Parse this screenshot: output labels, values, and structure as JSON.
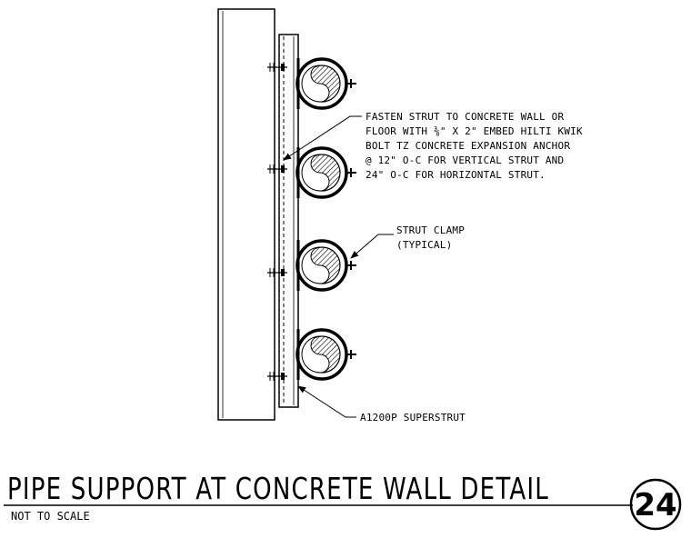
{
  "notes": {
    "fasten": [
      "FASTEN STRUT TO CONCRETE WALL OR",
      "FLOOR WITH ⅜\" X 2\" EMBED HILTI KWIK",
      "BOLT TZ CONCRETE EXPANSION ANCHOR",
      "@ 12\" O-C FOR VERTICAL STRUT AND",
      "24\" O-C FOR HORIZONTAL STRUT."
    ],
    "clamp": [
      "STRUT CLAMP",
      "(TYPICAL)"
    ],
    "strut": "A1200P SUPERSTRUT"
  },
  "title_block": {
    "title": "PIPE SUPPORT AT CONCRETE WALL DETAIL",
    "subtitle": "NOT TO SCALE",
    "detail_number": "24"
  }
}
